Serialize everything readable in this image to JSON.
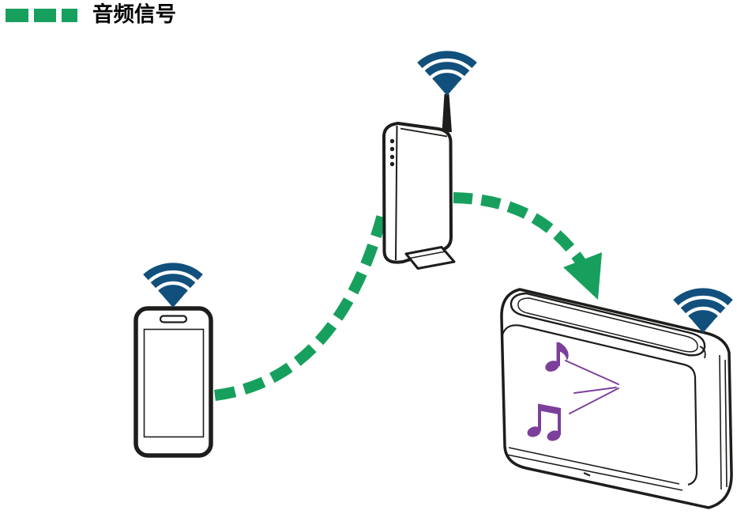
{
  "legend": {
    "label": "音频信号"
  },
  "colors": {
    "signal_green": "#17a05d",
    "wifi_blue": "#11507c",
    "note_purple": "#7c3f9b",
    "outline_black": "#1d1d1b"
  },
  "icons": {
    "wifi": "wifi-signal-icon",
    "smartphone": "smartphone-illustration",
    "router": "wireless-router-illustration",
    "speaker": "wireless-speaker-illustration",
    "music_notes": "music-notes-icon",
    "signal_arrow": "green-dashed-arrow"
  },
  "diagram": {
    "connections": [
      {
        "from": "smartphone",
        "to": "wireless-router",
        "signal": "音频信号"
      },
      {
        "from": "wireless-router",
        "to": "wireless-speaker",
        "signal": "音频信号"
      }
    ]
  }
}
